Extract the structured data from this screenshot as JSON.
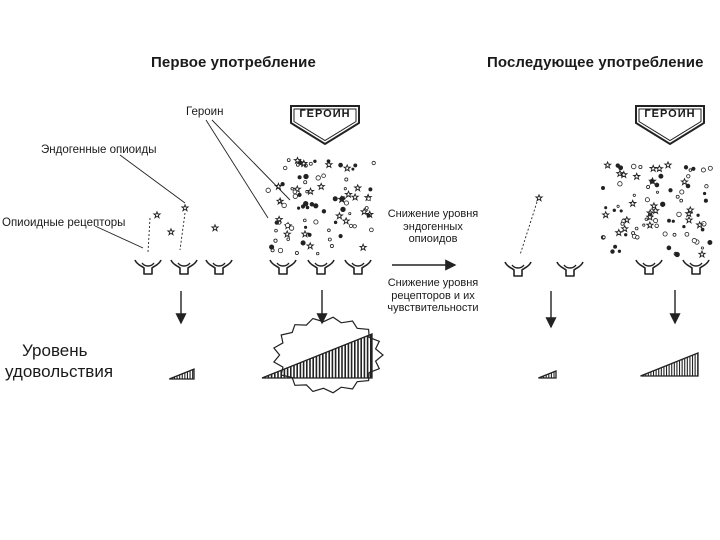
{
  "titles": {
    "first": "Первое употребление",
    "later": "Последующее употребление"
  },
  "labels": {
    "heroin": "Героин",
    "endogenous": "Эндогенные опиоиды",
    "receptors": "Опиоидные рецепторы",
    "pleasure_line1": "Уровень",
    "pleasure_line2": "удовольствия",
    "heroin_arrow_left": "ГЕРОИН",
    "heroin_arrow_right": "ГЕРОИН"
  },
  "middle_notes": {
    "note1": [
      "Снижение уровня",
      "эндогенных",
      "опиоидов"
    ],
    "note2": [
      "Снижение уровня",
      "рецепторов и их",
      "чувствительности"
    ]
  },
  "pleasure_levels": {
    "first_natural": 0.25,
    "first_heroin": 1.0,
    "later_natural": 0.1,
    "later_heroin": 0.55
  }
}
